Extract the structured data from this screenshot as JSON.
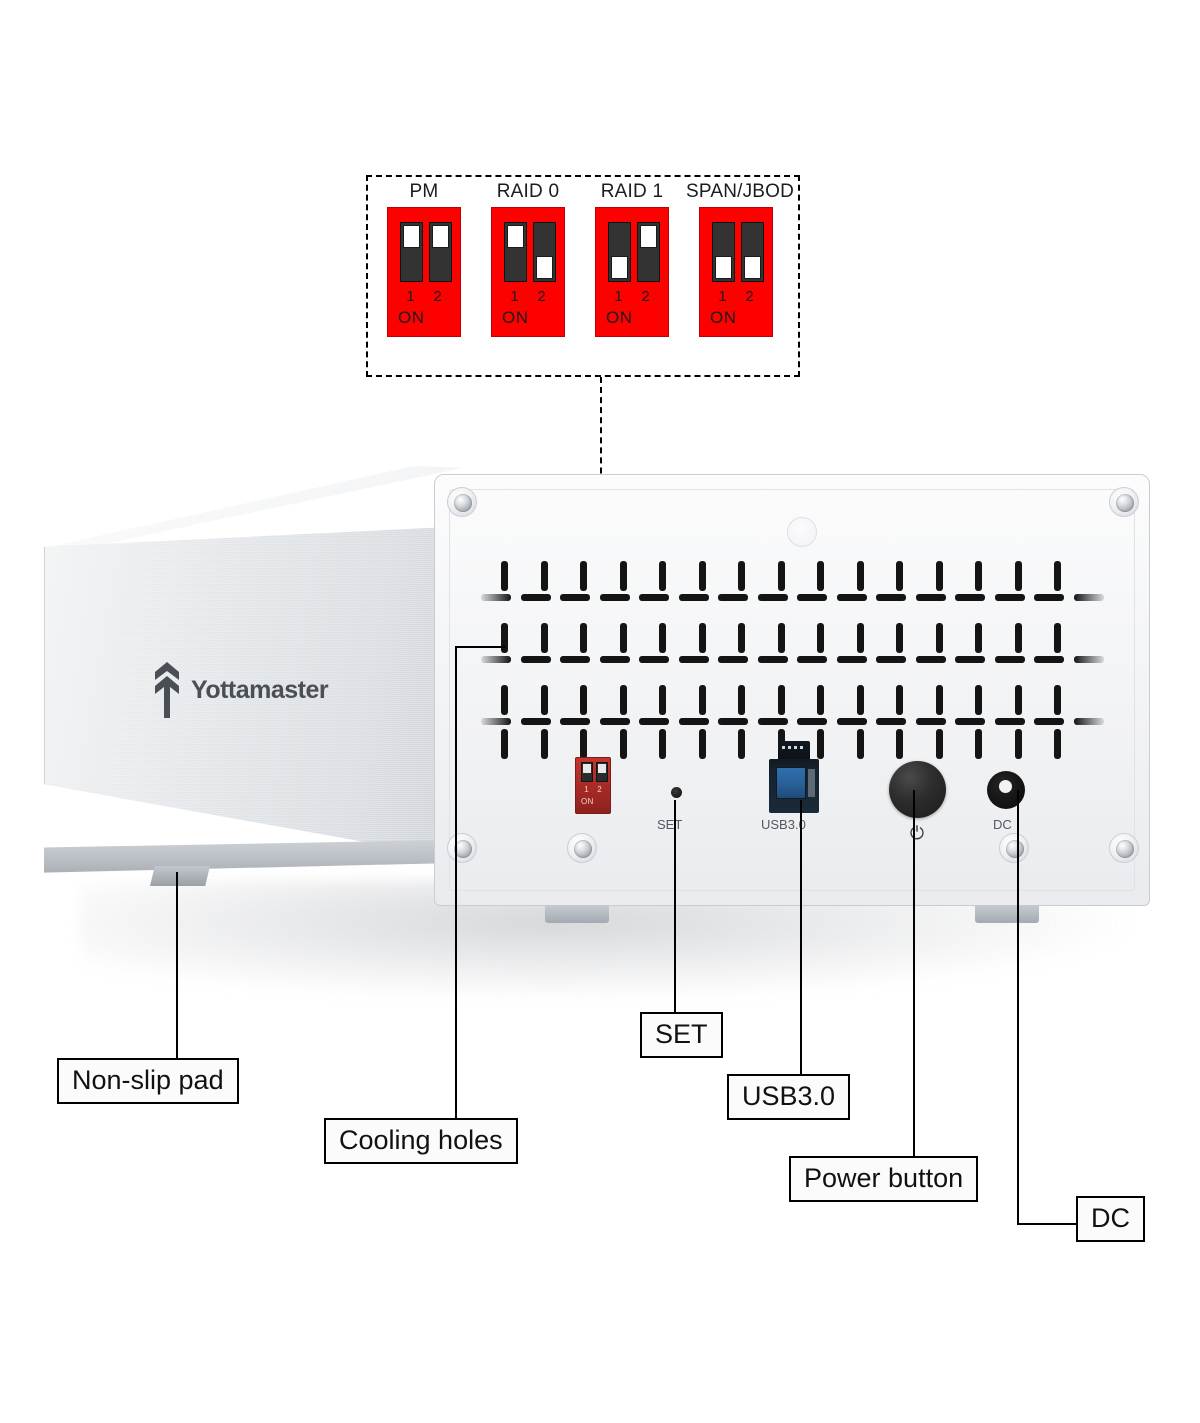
{
  "product": {
    "brand": "Yottamaster",
    "type": "hard-drive-enclosure"
  },
  "dip_legend": {
    "modes": [
      {
        "name": "PM",
        "switch1": "up",
        "switch2": "up",
        "num1": "1",
        "num2": "2",
        "on_label": "ON"
      },
      {
        "name": "RAID 0",
        "switch1": "up",
        "switch2": "down",
        "num1": "1",
        "num2": "2",
        "on_label": "ON"
      },
      {
        "name": "RAID 1",
        "switch1": "down",
        "switch2": "up",
        "num1": "1",
        "num2": "2",
        "on_label": "ON"
      },
      {
        "name": "SPAN/JBOD",
        "switch1": "down",
        "switch2": "down",
        "num1": "1",
        "num2": "2",
        "on_label": "ON"
      }
    ],
    "body_color": "#fd0000"
  },
  "device_panel": {
    "onboard_dip": {
      "num1": "1",
      "num2": "2",
      "on_label": "ON"
    },
    "port_labels": {
      "set": "SET",
      "usb": "USB3.0",
      "dc": "DC"
    },
    "power_glyph": "⏻"
  },
  "callouts": [
    {
      "label": "Non-slip pad"
    },
    {
      "label": "Cooling holes"
    },
    {
      "label": "SET"
    },
    {
      "label": "USB3.0"
    },
    {
      "label": "Power button"
    },
    {
      "label": "DC"
    }
  ]
}
